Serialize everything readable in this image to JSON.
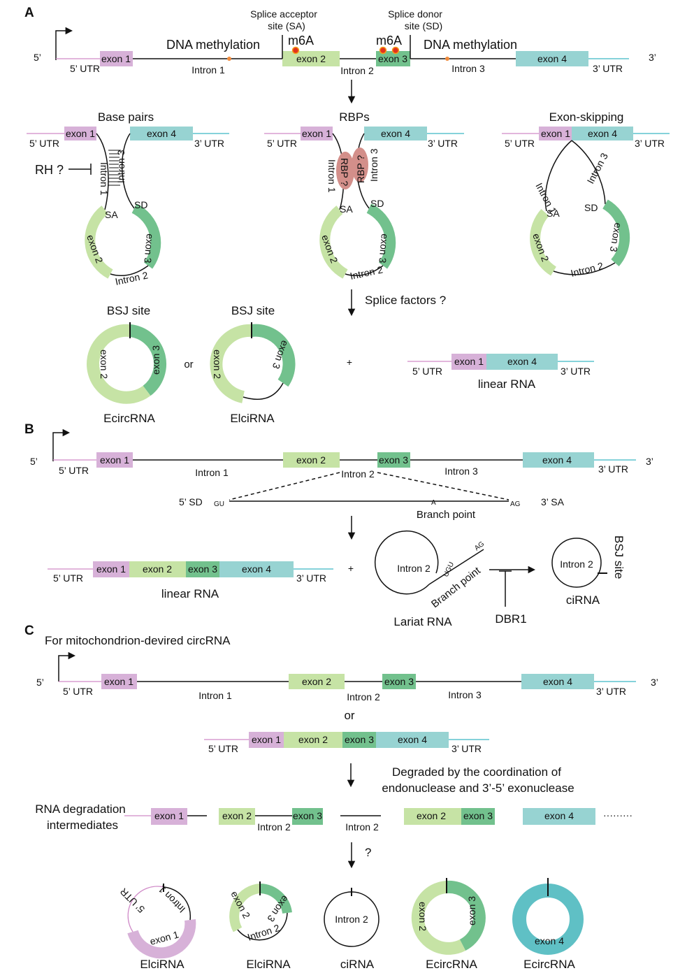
{
  "panels": {
    "a": "A",
    "b": "B",
    "c": "C"
  },
  "colors": {
    "exon1": "#d7b1d8",
    "exon2": "#c6e3a5",
    "exon3": "#72c18d",
    "exon4": "#97d3d2",
    "methylation_dot": "#ef8a3c",
    "m6a_dot": "#e2321f",
    "rbp": "#d38f8a"
  },
  "labels": {
    "five_prime": "5’",
    "three_prime": "3’",
    "utr5": "5’ UTR",
    "utr3": "3’ UTR",
    "exon1": "exon 1",
    "exon2": "exon 2",
    "exon3": "exon 3",
    "exon4": "exon 4",
    "intron1": "Intron 1",
    "intron2": "Intron 2",
    "intron3": "Intron 3",
    "sa": "SA",
    "sd": "SD",
    "bsj_site": "BSJ site",
    "or": "or",
    "plus": "+",
    "linear_rna": "linear RNA",
    "ecircrna": "EcircRNA",
    "elcirna": "ElciRNA",
    "cirna": "ciRNA"
  },
  "panel_a": {
    "dna_methylation": "DNA methylation",
    "splice_acceptor_l1": "Splice acceptor",
    "splice_acceptor_l2": "site (SA)",
    "splice_donor_l1": "Splice donor",
    "splice_donor_l2": "site (SD)",
    "m6a": "m6A",
    "base_pairs": "Base pairs",
    "rbps": "RBPs",
    "exon_skipping": "Exon-skipping",
    "rh": "RH ?",
    "rbp_q": "RBP ?",
    "splice_factors": "Splice factors ?"
  },
  "panel_b": {
    "sd5": "5’ SD",
    "sa3": "3’ SA",
    "gu": "GU",
    "ag": "AG",
    "a": "A",
    "branch_point": "Branch point",
    "lariat_rna": "Lariat RNA",
    "dbr1": "DBR1",
    "ugu": "UGU"
  },
  "panel_c": {
    "mito_title": "For mitochondrion-devired circRNA",
    "degraded_l1": "Degraded by the coordination of",
    "degraded_l2": "endonuclease and 3’-5’ exonuclease",
    "rna_deg_l1": "RNA degradation",
    "rna_deg_l2": "intermediates",
    "question": "?",
    "dots": "·········"
  }
}
